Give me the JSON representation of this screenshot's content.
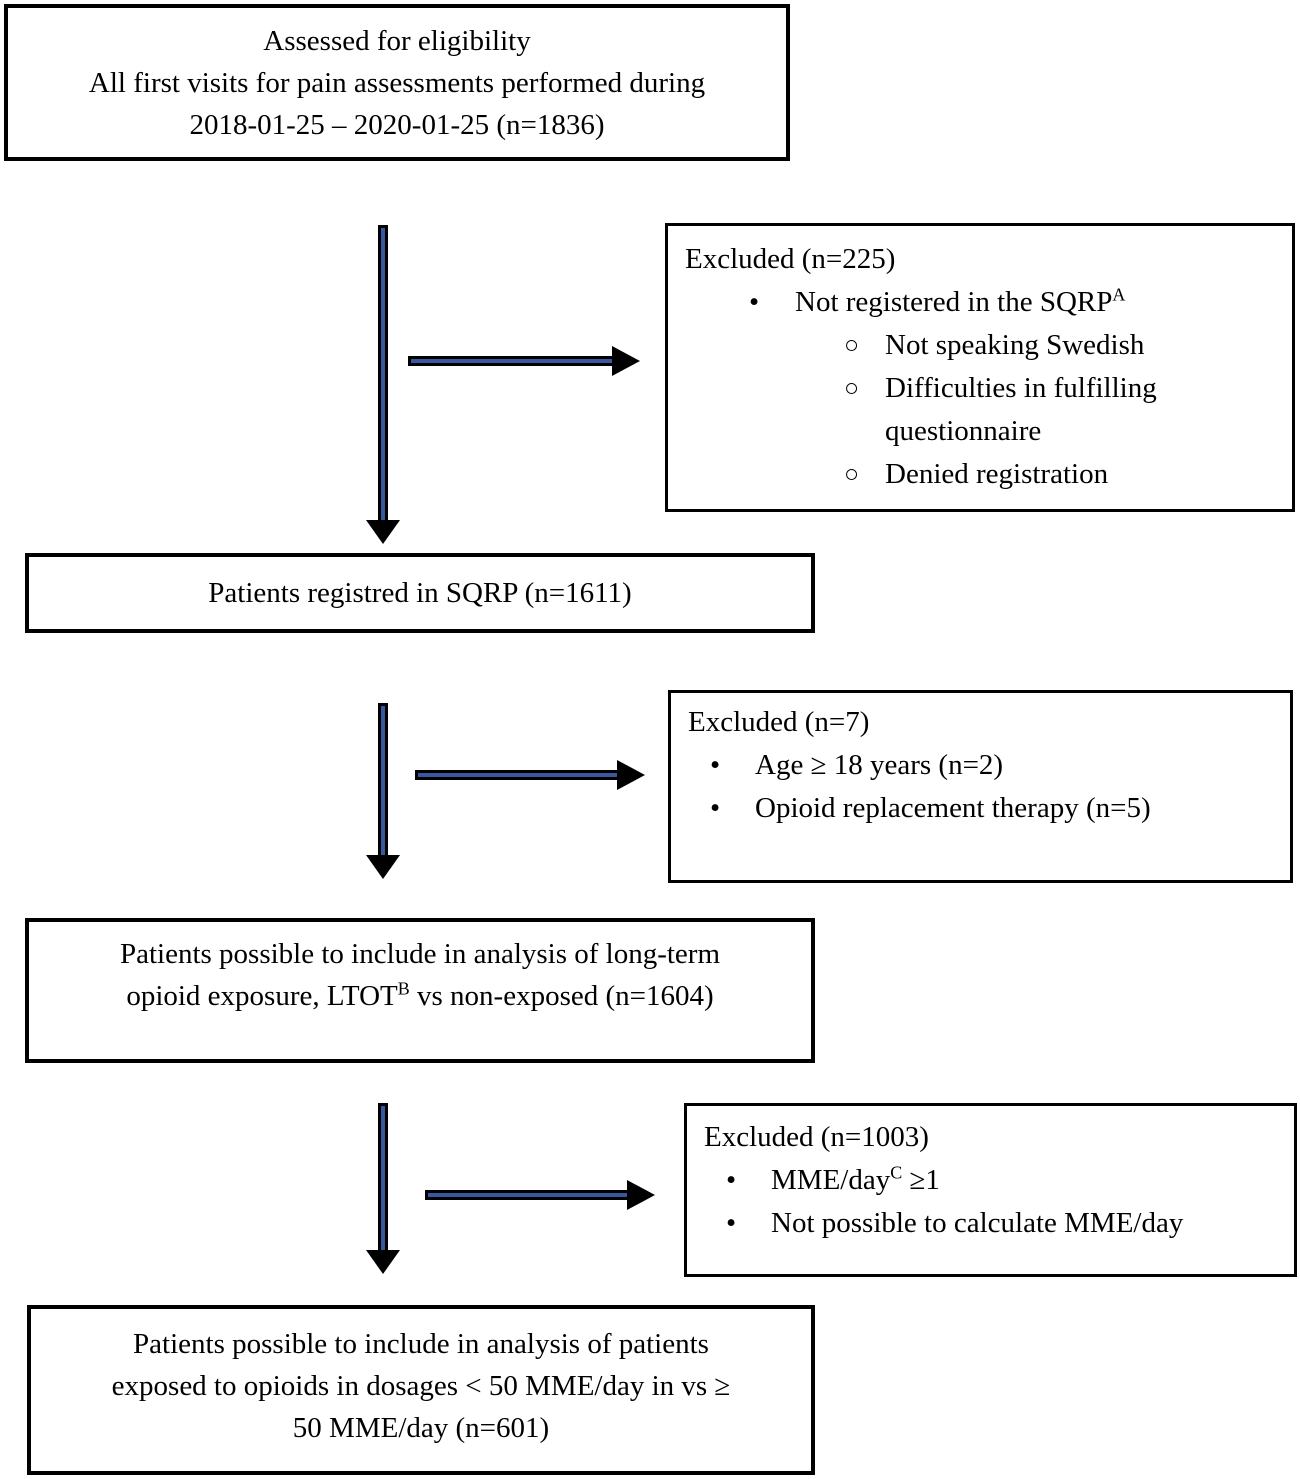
{
  "boxes": {
    "eligibility": {
      "line1": "Assessed for eligibility",
      "line2": "All first visits for pain assessments performed during",
      "line3": "2018-01-25 – 2020-01-25 (n=1836)"
    },
    "registered": {
      "text": "Patients registred in SQRP (n=1611)"
    },
    "ltot": {
      "line1": "Patients possible to include in analysis of long-term",
      "line2_pre": "opioid exposure, LTOT",
      "line2_sup": "B",
      "line2_post": " vs non-exposed (n=1604)"
    },
    "dosage": {
      "line1": "Patients possible to include in analysis of patients",
      "line2": "exposed to opioids in dosages < 50 MME/day in vs ≥",
      "line3": "50 MME/day (n=601)"
    }
  },
  "exclusions": {
    "first": {
      "title": "Excluded (n=225)",
      "bullet_pre": "Not registered in the SQRP",
      "bullet_sup": "A",
      "sub1": "Not speaking Swedish",
      "sub2": "Difficulties in fulfilling questionnaire",
      "sub3": "Denied registration"
    },
    "second": {
      "title": "Excluded (n=7)",
      "bullet1": "Age ≥ 18 years (n=2)",
      "bullet2": "Opioid replacement therapy (n=5)"
    },
    "third": {
      "title": "Excluded (n=1003)",
      "bullet1_pre": "MME/day",
      "bullet1_sup": "C",
      "bullet1_post": " ≥1",
      "bullet2": "Not possible to calculate MME/day"
    }
  },
  "markers": {
    "bullet": "•",
    "circle": "○"
  },
  "colors": {
    "arrow_core": "#36599F",
    "arrow_outline": "#000000",
    "box_border": "#000000",
    "background": "#FFFFFF"
  }
}
